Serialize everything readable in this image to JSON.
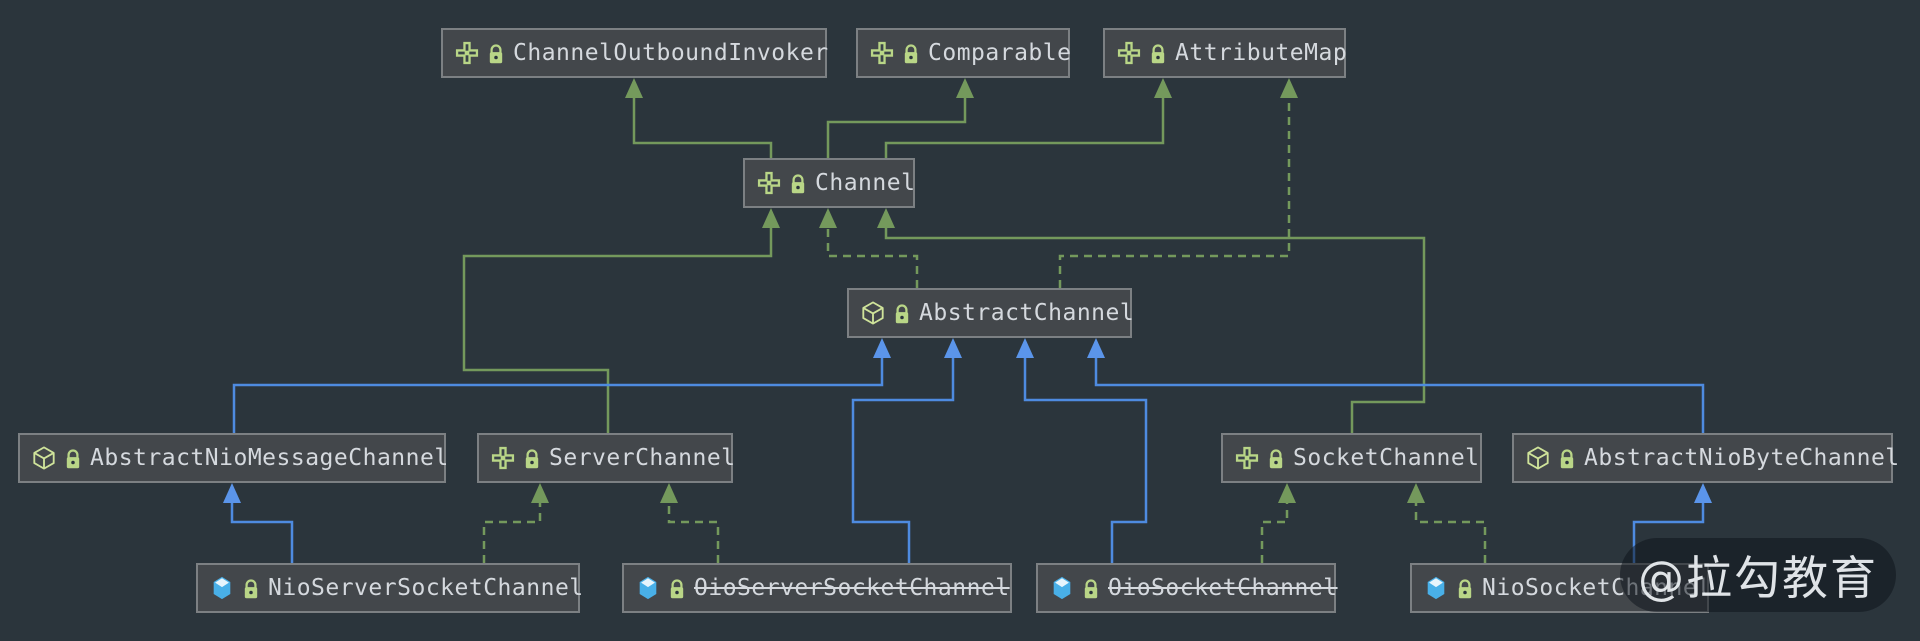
{
  "diagram": {
    "type": "uml-class-diagram",
    "subject": "Netty Channel class hierarchy",
    "nodes": [
      {
        "id": 0,
        "label": "ChannelOutboundInvoker",
        "kind": "interface",
        "deprecated": false
      },
      {
        "id": 1,
        "label": "Comparable",
        "kind": "interface",
        "deprecated": false
      },
      {
        "id": 2,
        "label": "AttributeMap",
        "kind": "interface",
        "deprecated": false
      },
      {
        "id": 3,
        "label": "Channel",
        "kind": "interface",
        "deprecated": false
      },
      {
        "id": 4,
        "label": "AbstractChannel",
        "kind": "class",
        "deprecated": false
      },
      {
        "id": 5,
        "label": "AbstractNioMessageChannel",
        "kind": "class",
        "deprecated": false
      },
      {
        "id": 6,
        "label": "ServerChannel",
        "kind": "interface",
        "deprecated": false
      },
      {
        "id": 7,
        "label": "SocketChannel",
        "kind": "interface",
        "deprecated": false
      },
      {
        "id": 8,
        "label": "AbstractNioByteChannel",
        "kind": "class",
        "deprecated": false
      },
      {
        "id": 9,
        "label": "NioServerSocketChannel",
        "kind": "final-class",
        "deprecated": false
      },
      {
        "id": 10,
        "label": "OioServerSocketChannel",
        "kind": "final-class",
        "deprecated": true
      },
      {
        "id": 11,
        "label": "OioSocketChannel",
        "kind": "final-class",
        "deprecated": true
      },
      {
        "id": 12,
        "label": "NioSocketChannel",
        "kind": "final-class",
        "deprecated": false
      }
    ],
    "edges": [
      {
        "from": "ServerChannel",
        "to": "Channel",
        "relation": "extends"
      },
      {
        "from": "SocketChannel",
        "to": "Channel",
        "relation": "extends"
      },
      {
        "from": "Channel",
        "to": "ChannelOutboundInvoker",
        "relation": "extends"
      },
      {
        "from": "Channel",
        "to": "Comparable",
        "relation": "extends"
      },
      {
        "from": "Channel",
        "to": "AttributeMap",
        "relation": "extends"
      },
      {
        "from": "AbstractChannel",
        "to": "Channel",
        "relation": "implements"
      },
      {
        "from": "AbstractChannel",
        "to": "AttributeMap",
        "relation": "implements"
      },
      {
        "from": "NioServerSocketChannel",
        "to": "ServerChannel",
        "relation": "implements"
      },
      {
        "from": "OioServerSocketChannel",
        "to": "ServerChannel",
        "relation": "implements"
      },
      {
        "from": "OioSocketChannel",
        "to": "SocketChannel",
        "relation": "implements"
      },
      {
        "from": "NioSocketChannel",
        "to": "SocketChannel",
        "relation": "implements"
      },
      {
        "from": "AbstractNioMessageChannel",
        "to": "AbstractChannel",
        "relation": "extends"
      },
      {
        "from": "OioServerSocketChannel",
        "to": "AbstractChannel",
        "relation": "extends"
      },
      {
        "from": "OioSocketChannel",
        "to": "AbstractChannel",
        "relation": "extends"
      },
      {
        "from": "AbstractNioByteChannel",
        "to": "AbstractChannel",
        "relation": "extends"
      },
      {
        "from": "NioServerSocketChannel",
        "to": "AbstractNioMessageChannel",
        "relation": "extends"
      },
      {
        "from": "NioSocketChannel",
        "to": "AbstractNioByteChannel",
        "relation": "extends"
      }
    ],
    "colors": {
      "background": "#2b353c",
      "node_fill": "#43474b",
      "node_border": "#7c8083",
      "node_text": "#d5d9de",
      "interface_edge_green": "#74995c",
      "class_edge_blue": "#4e8be0",
      "interface_icon_green": "#b9d687",
      "class_icon_green": "#cfe39a",
      "final_class_icon_blue": "#49b0e8",
      "lock_icon_green": "#b9d687"
    },
    "watermark": {
      "text": "@拉勾教育"
    }
  }
}
